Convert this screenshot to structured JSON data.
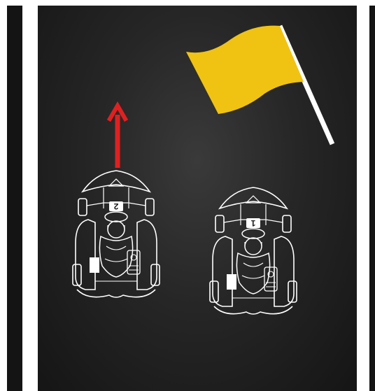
{
  "scene": {
    "description_free": true,
    "karts": [
      {
        "number": "2",
        "position": "rear-left"
      },
      {
        "number": "1",
        "position": "rear-right"
      }
    ],
    "flag": {
      "color": "#f0c313",
      "pole_color": "#ffffff"
    },
    "arrow": {
      "color": "#e02020",
      "direction": "up"
    },
    "colors": {
      "track": "#1e1e1e",
      "line": "#ffffff",
      "kart_outline": "#ffffff"
    }
  }
}
